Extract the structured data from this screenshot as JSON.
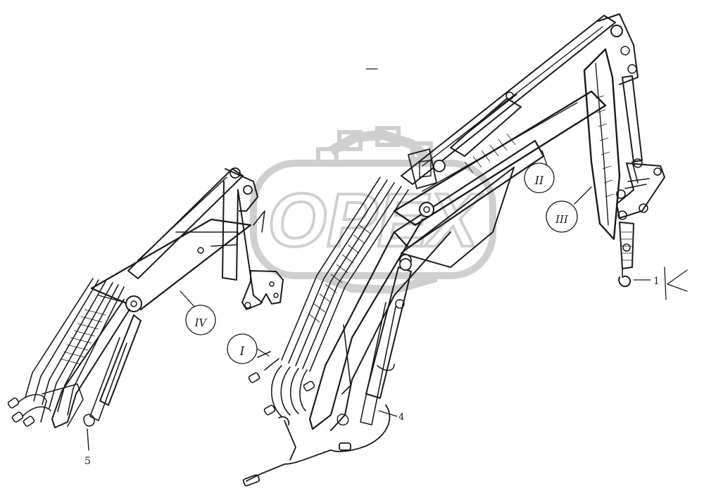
{
  "watermark": {
    "text": "ОРЕХ",
    "color": "#cfcfcf"
  },
  "callouts": {
    "I": "I",
    "II": "II",
    "III": "III",
    "IV": "IV"
  },
  "numbers": {
    "n1": "1",
    "n4": "4",
    "n5": "5"
  },
  "colors": {
    "ink": "#1a1a1a",
    "paper": "#ffffff"
  }
}
